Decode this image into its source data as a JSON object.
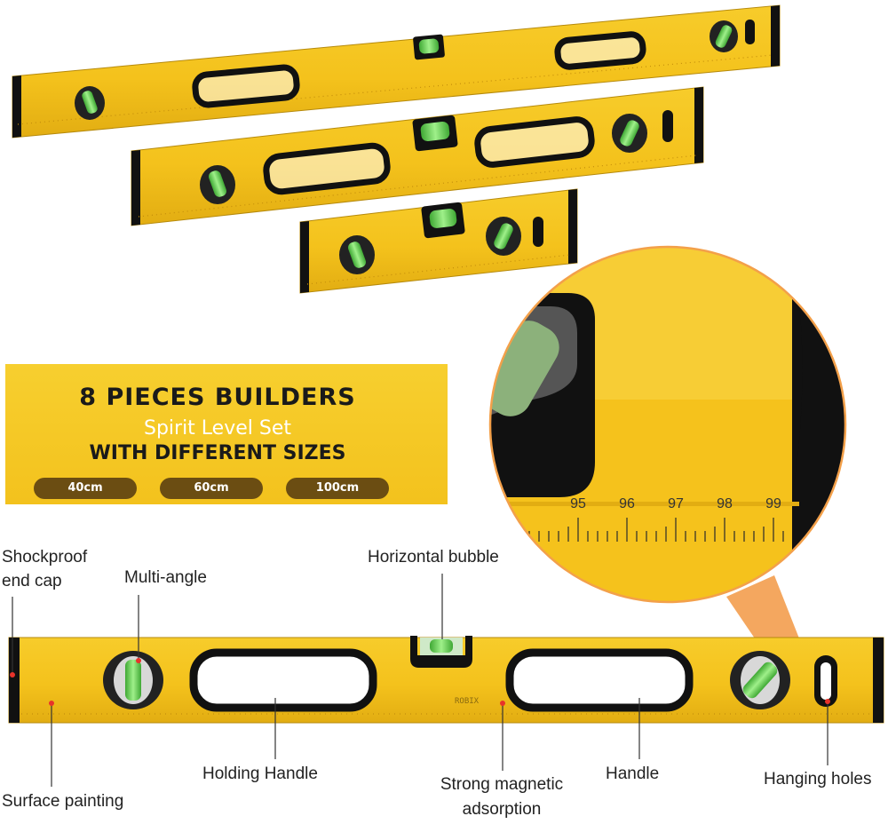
{
  "banner": {
    "headline": "8 PIECES BUILDERS",
    "subheadline": "Spirit Level Set",
    "tagline": "WITH DIFFERENT SIZES",
    "sizes": [
      "40cm",
      "60cm",
      "100cm"
    ]
  },
  "ruler_zoom": {
    "ticks": [
      "95",
      "96",
      "97",
      "98",
      "99"
    ]
  },
  "level_marking": "ROBIX",
  "callouts": {
    "shockproof": "Shockproof",
    "end_cap": "end cap",
    "multi_angle": "Multi-angle",
    "horizontal_bubble": "Horizontal bubble",
    "holding_handle": "Holding Handle",
    "surface_painting": "Surface painting",
    "strong_magnetic": "Strong magnetic",
    "adsorption": "adsorption",
    "handle": "Handle",
    "hanging_holes": "Hanging holes"
  },
  "colors": {
    "level_yellow": "#f4c21c",
    "level_edge": "#d9a410",
    "banner_yellow": "#f5c927",
    "pill_brown": "#6b4d12",
    "rubber_black": "#111111",
    "bubble_green": "#7fe36a"
  }
}
